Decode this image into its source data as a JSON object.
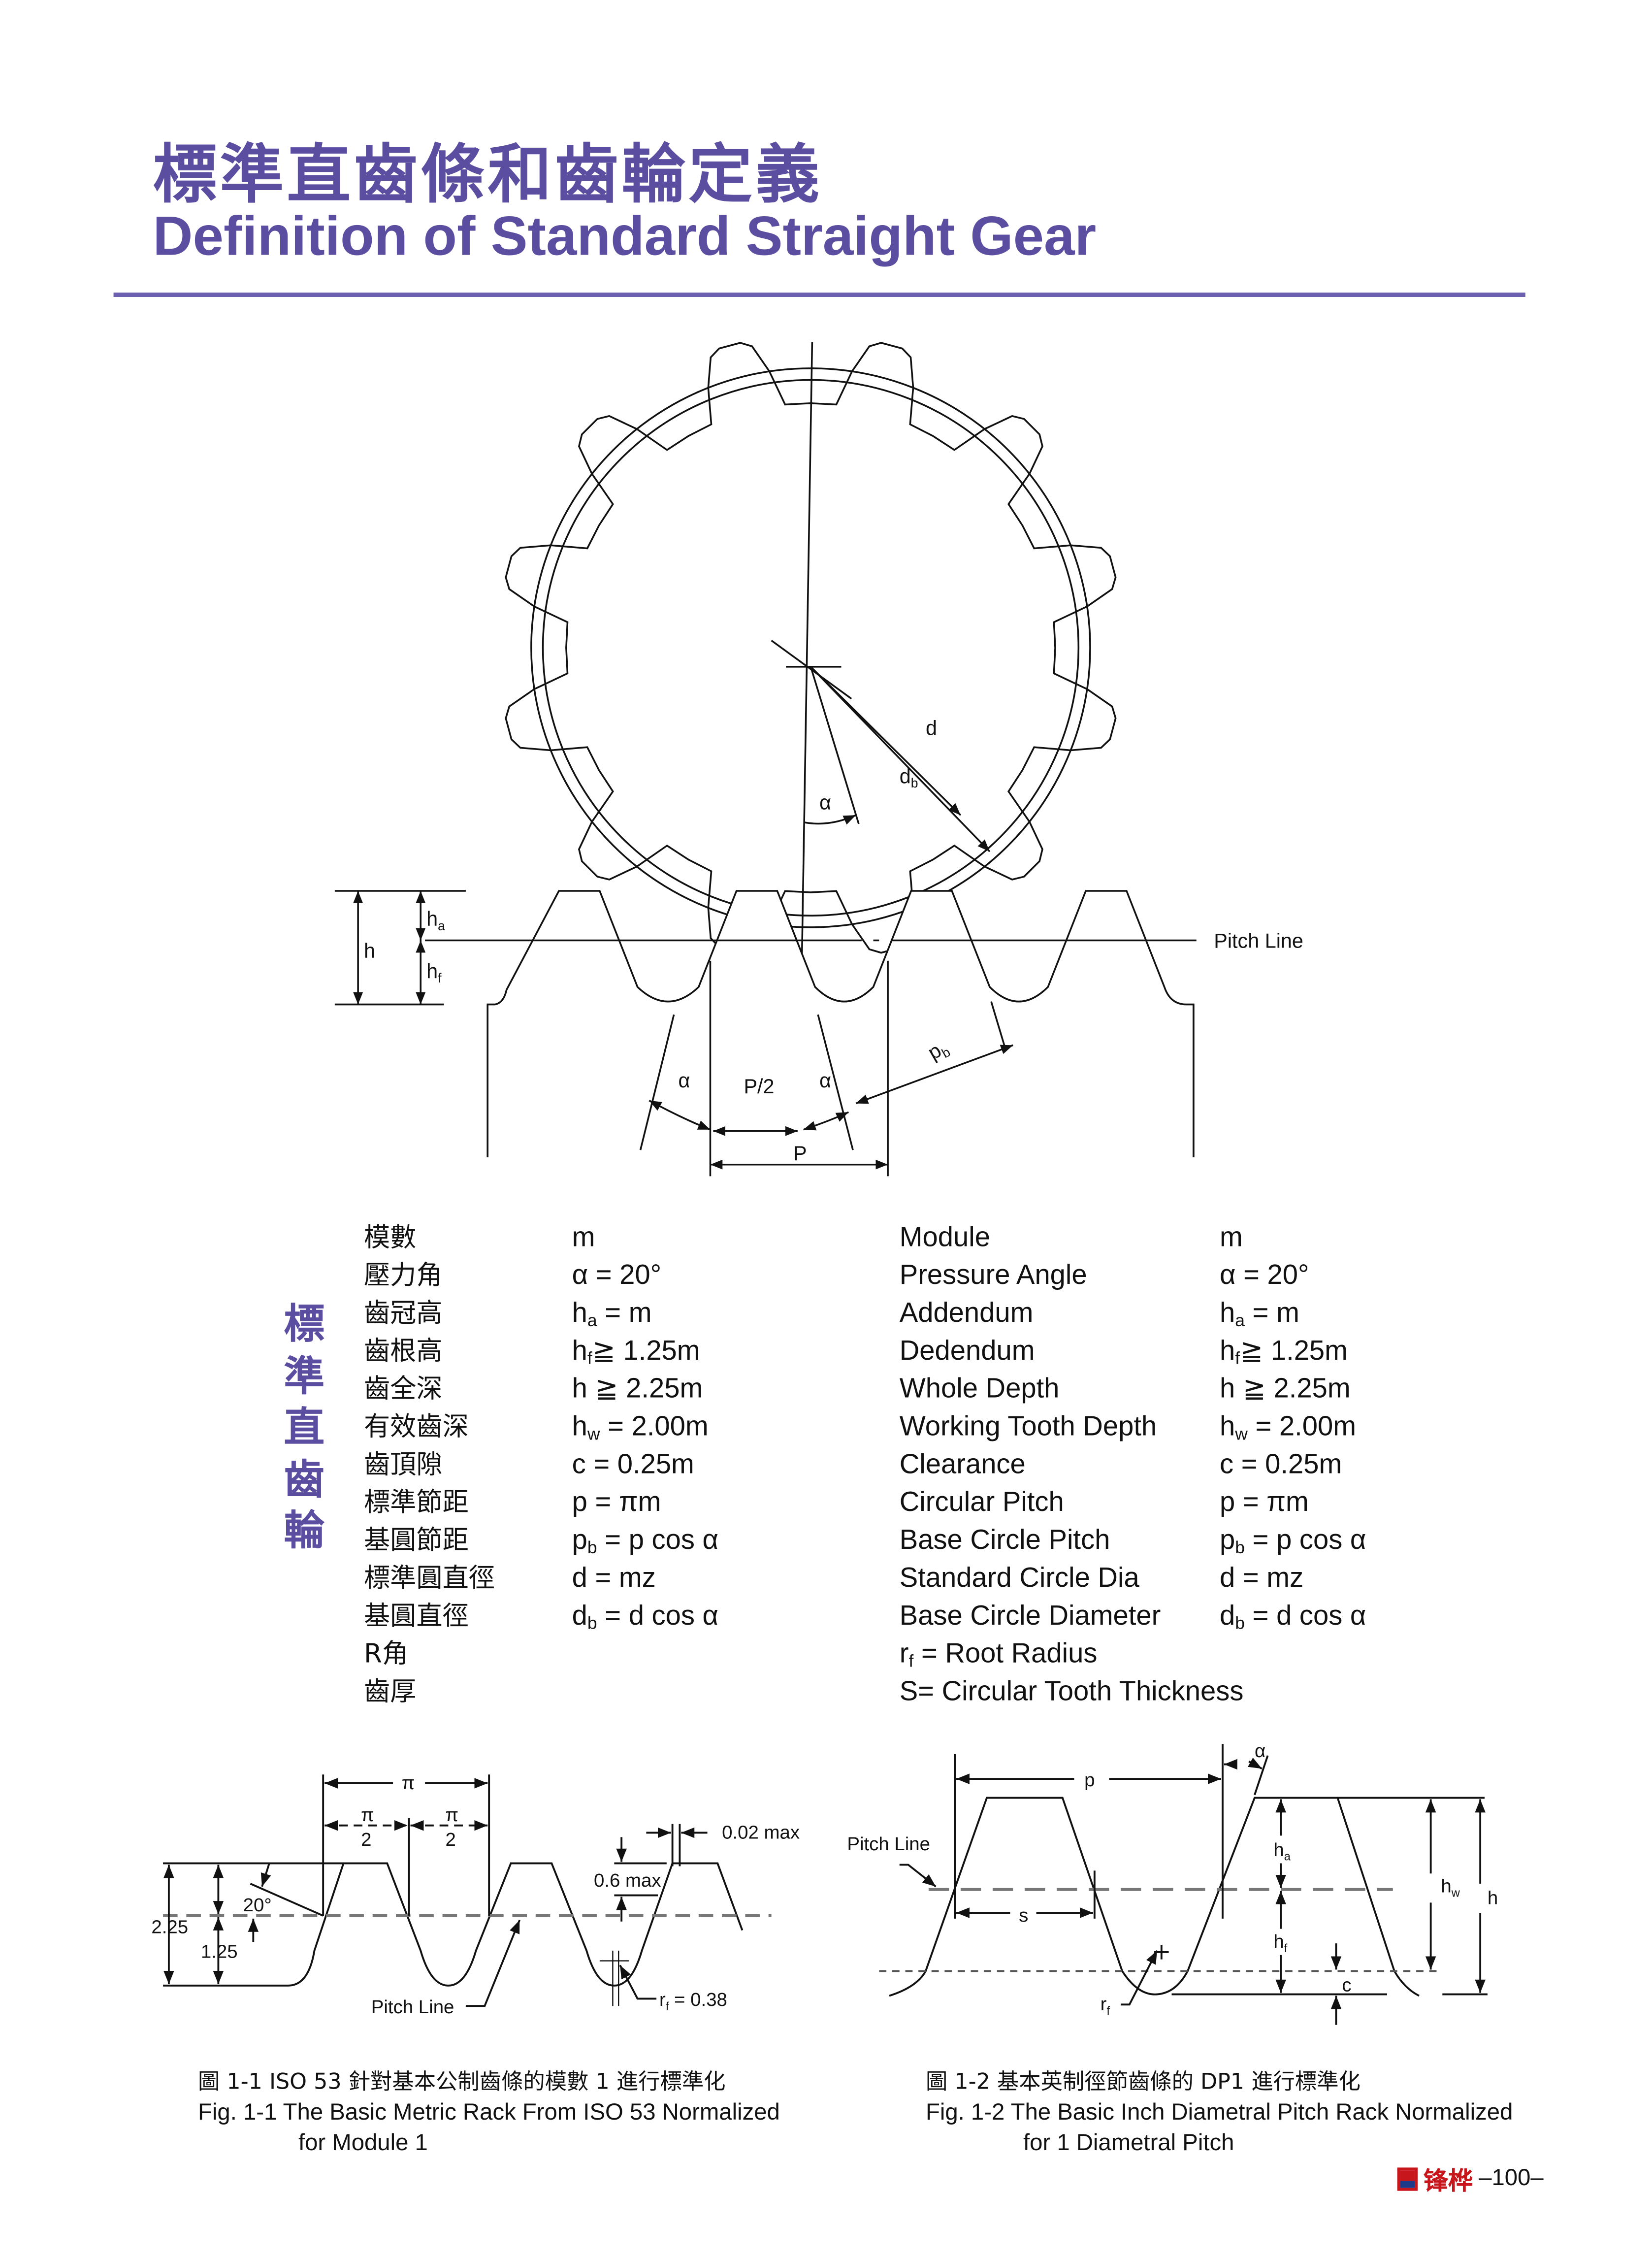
{
  "header": {
    "title_cn": "標準直齒條和齒輪定義",
    "title_en": "Definition of Standard Straight Gear"
  },
  "gear_diagram": {
    "labels": {
      "d": "d",
      "db_base": "d",
      "db_sub": "b",
      "alpha": "α",
      "h": "h",
      "ha_base": "h",
      "ha_sub": "a",
      "hf_base": "h",
      "hf_sub": "f",
      "pitch_line": "Pitch Line",
      "alpha_left": "α",
      "half_pitch": "P/2",
      "alpha_right": "α",
      "pb_base": "p",
      "pb_sub": "b",
      "pitch": "P"
    }
  },
  "definitions": {
    "vertical_heading": [
      "標",
      "準",
      "直",
      "齒",
      "輪"
    ],
    "rows": [
      {
        "cn": "模數",
        "f1": {
          "b": "m",
          "s": "",
          "r": ""
        },
        "en": "Module",
        "f2": {
          "b": "m",
          "s": "",
          "r": ""
        }
      },
      {
        "cn": "壓力角",
        "f1": {
          "b": "α = 20°",
          "s": "",
          "r": ""
        },
        "en": "Pressure Angle",
        "f2": {
          "b": "α = 20°",
          "s": "",
          "r": ""
        }
      },
      {
        "cn": "齒冠高",
        "f1": {
          "b": "h",
          "s": "a",
          "r": " = m"
        },
        "en": "Addendum",
        "f2": {
          "b": "h",
          "s": "a",
          "r": " = m"
        }
      },
      {
        "cn": "齒根高",
        "f1": {
          "b": "h",
          "s": "f",
          "r": "≧  1.25m"
        },
        "en": "Dedendum",
        "f2": {
          "b": "h",
          "s": "f",
          "r": "≧  1.25m"
        }
      },
      {
        "cn": "齒全深",
        "f1": {
          "b": "h ≧  2.25m",
          "s": "",
          "r": ""
        },
        "en": "Whole Depth",
        "f2": {
          "b": "h ≧  2.25m",
          "s": "",
          "r": ""
        }
      },
      {
        "cn": "有效齒深",
        "f1": {
          "b": "h",
          "s": "w",
          "r": "  = 2.00m"
        },
        "en": "Working Tooth Depth",
        "f2": {
          "b": "h",
          "s": "w",
          "r": "  = 2.00m"
        }
      },
      {
        "cn": "齒頂隙",
        "f1": {
          "b": "c = 0.25m",
          "s": "",
          "r": ""
        },
        "en": "Clearance",
        "f2": {
          "b": "c = 0.25m",
          "s": "",
          "r": ""
        }
      },
      {
        "cn": "標準節距",
        "f1": {
          "b": "p = πm",
          "s": "",
          "r": ""
        },
        "en": "Circular Pitch",
        "f2": {
          "b": "p = πm",
          "s": "",
          "r": ""
        }
      },
      {
        "cn": "基圓節距",
        "f1": {
          "b": "p",
          "s": "b",
          "r": " = p cos α"
        },
        "en": "Base Circle Pitch",
        "f2": {
          "b": "p",
          "s": "b",
          "r": " = p cos α"
        }
      },
      {
        "cn": "標準圓直徑",
        "f1": {
          "b": "d = mz",
          "s": "",
          "r": ""
        },
        "en": "Standard Circle Dia",
        "f2": {
          "b": "d = mz",
          "s": "",
          "r": ""
        }
      },
      {
        "cn": "基圓直徑",
        "f1": {
          "b": "d",
          "s": "b",
          "r": " = d cos α"
        },
        "en": "Base Circle Diameter",
        "f2": {
          "b": "d",
          "s": "b",
          "r": " = d cos α"
        }
      },
      {
        "cn": " R角",
        "f1": {
          "b": "",
          "s": "",
          "r": ""
        },
        "en_b": "r",
        "en_s": "f",
        "en_r": " = Root Radius",
        "en": "",
        "f2": {
          "b": "",
          "s": "",
          "r": ""
        }
      },
      {
        "cn": "齒厚",
        "f1": {
          "b": "",
          "s": "",
          "r": ""
        },
        "en": "S= Circular Tooth Thickness",
        "f2": {
          "b": "",
          "s": "",
          "r": ""
        }
      }
    ]
  },
  "fig1": {
    "labels": {
      "pi": "π",
      "pi_num_1": "π",
      "two_1": "2",
      "pi_num_2": "π",
      "two_2": "2",
      "max_002": "0.02 max",
      "max_06": "0.6 max",
      "angle": "20°",
      "depth_225": "2.25",
      "depth_125": "1.25",
      "pitch_line": "Pitch Line",
      "rf_base": "r",
      "rf_sub": "f",
      "rf_rest": " = 0.38"
    },
    "caption_cn": "圖 1-1 ISO 53 針對基本公制齒條的模數 1 進行標準化",
    "caption_en_1": "Fig. 1-1  The Basic Metric Rack From ISO 53 Normalized",
    "caption_en_2": "for Module 1"
  },
  "fig2": {
    "labels": {
      "p": "p",
      "alpha": "α",
      "pitch_line": "Pitch Line",
      "s": "s",
      "ha_base": "h",
      "ha_sub": "a",
      "hf_base": "h",
      "hf_sub": "f",
      "hw_base": "h",
      "hw_sub": "w",
      "h": "h",
      "c": "c",
      "rf_base": "r",
      "rf_sub": "f"
    },
    "caption_cn": "圖 1-2 基本英制徑節齒條的 DP1 進行標準化",
    "caption_en_1": "Fig. 1-2  The Basic Inch Diametral Pitch Rack Normalized",
    "caption_en_2": "for 1 Diametral Pitch"
  },
  "footer": {
    "brand": "锋桦",
    "page_number": "–100–"
  },
  "colors": {
    "accent": "#5b4ea1",
    "brand_red": "#c8161d"
  }
}
